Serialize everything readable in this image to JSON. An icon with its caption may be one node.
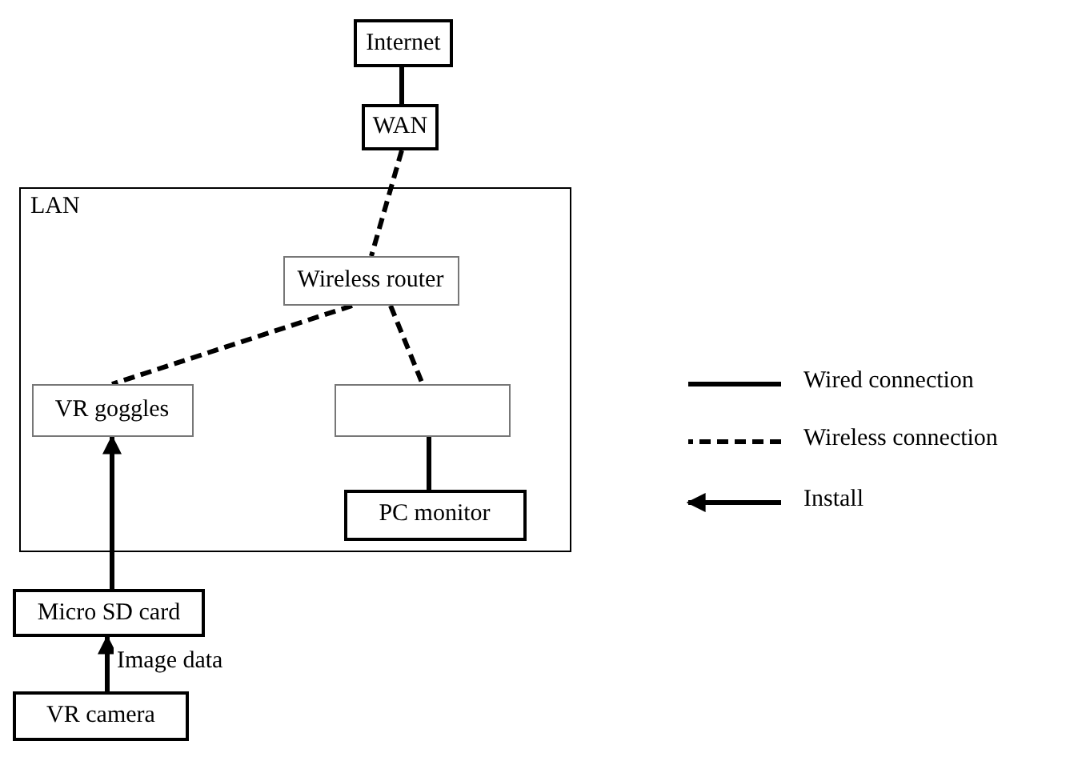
{
  "diagram": {
    "nodes": [
      {
        "text": [
          "Internet"
        ]
      },
      {
        "text": [
          "WAN"
        ]
      },
      {
        "text": [
          "LAN"
        ]
      },
      {
        "text": [
          "Wireless router"
        ],
        "in": 2
      },
      {
        "text": [
          "VR goggles"
        ],
        "in": 2
      },
      {
        "text": [],
        "shape": "box",
        "in": 2
      },
      {
        "text": [
          "PC monitor"
        ],
        "in": 2
      },
      {
        "text": [
          "Micro SD card"
        ]
      },
      {
        "text": [
          "VR camera"
        ]
      }
    ],
    "edges": [
      {
        "from": 0,
        "to": 1,
        "arrow": "none"
      },
      {
        "from": 1,
        "to": 3,
        "arrow": "none",
        "style": "dashed"
      },
      {
        "from": 3,
        "to": 4,
        "arrow": "none",
        "style": "dashed"
      },
      {
        "from": 3,
        "to": 5,
        "arrow": "none",
        "style": "dashed"
      },
      {
        "from": 5,
        "to": 6,
        "arrow": "none"
      },
      {
        "from": 7,
        "to": 4,
        "arrow": "to"
      },
      {
        "from": 8,
        "to": 7,
        "arrow": "to",
        "label": "Image data"
      }
    ],
    "legend": [
      {
        "text": "Wired connection"
      },
      {
        "text": "Wireless connection"
      },
      {
        "text": "Install"
      }
    ]
  }
}
